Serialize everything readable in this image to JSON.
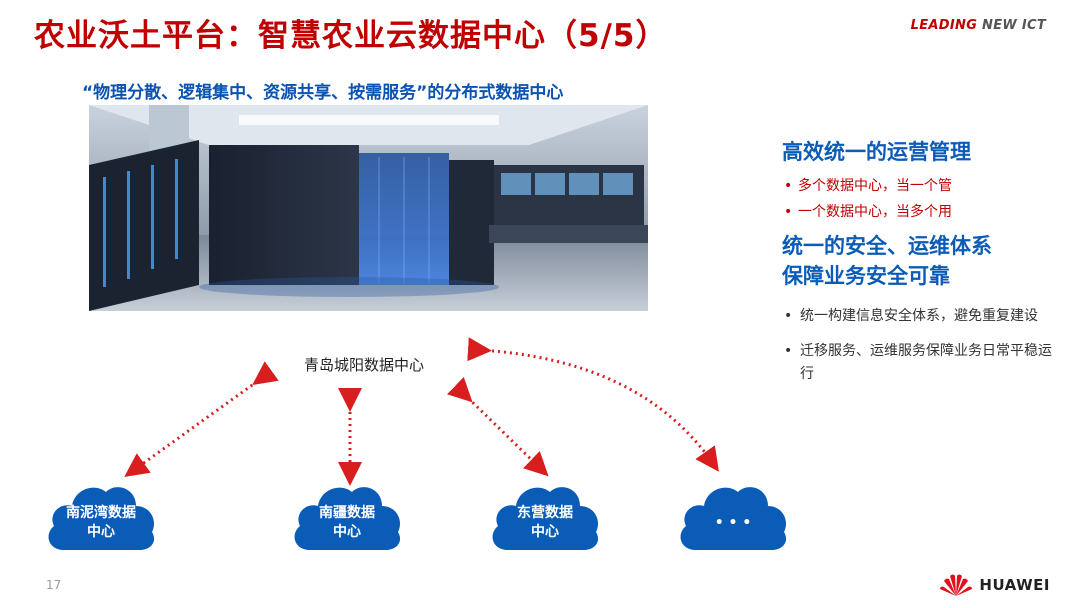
{
  "slide": {
    "title": "农业沃土平台：智慧农业云数据中心（5/5）",
    "brand_leading": "LEADING ",
    "brand_new": "NEW ICT",
    "page_number": "17",
    "footer_brand": "HUAWEI"
  },
  "photo": {
    "caption": "“物理分散、逻辑集中、资源共享、按需服务”的分布式数据中心"
  },
  "right_panel": {
    "heading1": "高效统一的运营管理",
    "red_items": [
      "多个数据中心，当一个管",
      "一个数据中心，当多个用"
    ],
    "heading2": "统一的安全、运维体系",
    "heading3": "保障业务安全可靠",
    "gray_items": [
      "统一构建信息安全体系，避免重复建设",
      "迁移服务、运维服务保障业务日常平稳运行"
    ]
  },
  "diagram": {
    "center_label": "青岛城阳数据中心",
    "clouds": [
      {
        "line1": "南泥湾数据",
        "line2": "中心"
      },
      {
        "line1": "南疆数据",
        "line2": "中心"
      },
      {
        "line1": "东营数据",
        "line2": "中心"
      },
      {
        "line1": "• • •",
        "line2": ""
      }
    ],
    "cloud_color": "#0b5cb7",
    "arrow_color": "#d81e1e"
  }
}
